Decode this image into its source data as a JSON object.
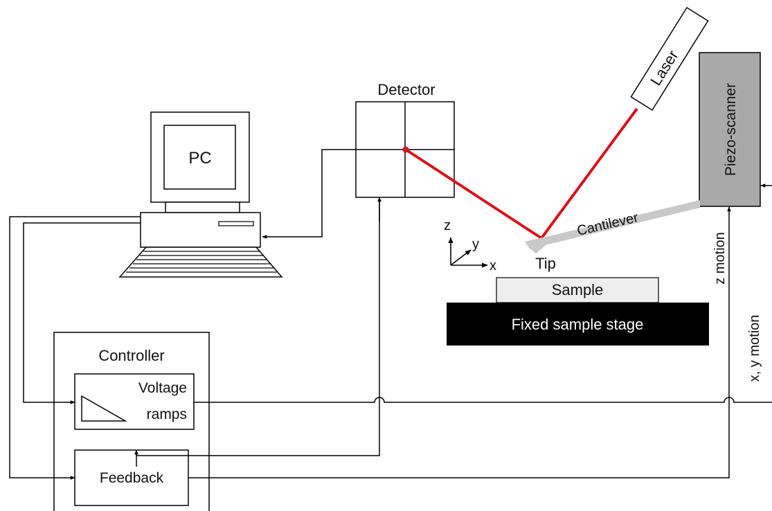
{
  "labels": {
    "detector": "Detector",
    "pc": "PC",
    "laser": "Laser",
    "piezo": "Piezo-scanner",
    "cantilever": "Cantilever",
    "tip": "Tip",
    "sample": "Sample",
    "stage": "Fixed sample stage",
    "controller": "Controller",
    "voltage_line1": "Voltage",
    "voltage_line2": "ramps",
    "feedback": "Feedback",
    "z_motion": "z motion",
    "xy_motion": "x, y motion",
    "axis_x": "x",
    "axis_y": "y",
    "axis_z": "z"
  },
  "colors": {
    "laser_beam": "#d8131b",
    "piezo_fill": "#a9a9a9",
    "stage_fill": "#000000",
    "sample_fill": "#eeeeee",
    "cantilever_fill": "#c8c8c8",
    "line": "#000000"
  }
}
